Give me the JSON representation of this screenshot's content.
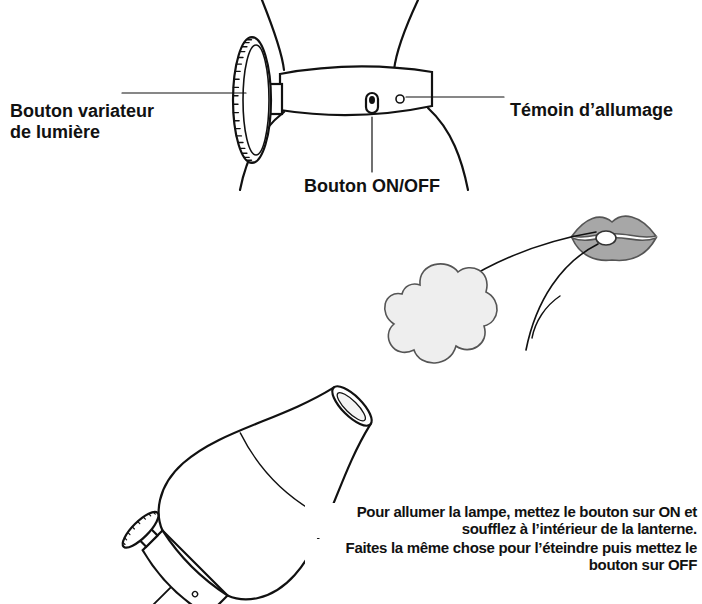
{
  "diagram": {
    "labels": [
      "Bouton variateur de lumière",
      "Témoin d’allumage",
      "Bouton ON/OFF",
      "Pour allumer la lampe, mettez le bouton sur ON et soufflez à l’intérieur de la lanterne.",
      "Faites la même chose pour l’éteindre puis mettez le bouton sur OFF"
    ]
  }
}
